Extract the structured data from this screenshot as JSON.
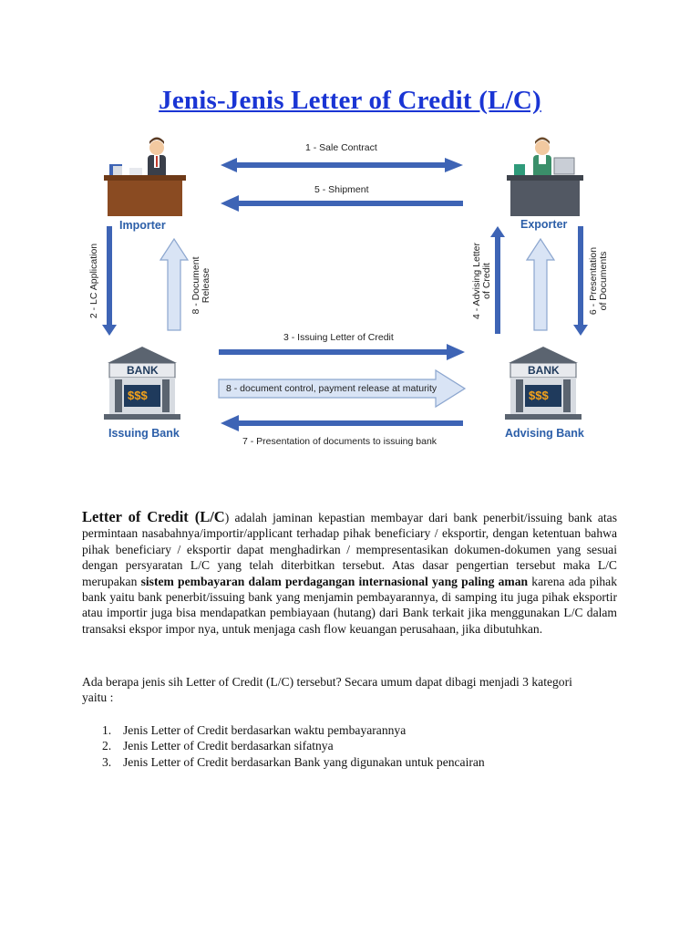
{
  "title": "Jenis-Jenis Letter of Credit (L/C)",
  "diagram": {
    "importer": "Importer",
    "exporter": "Exporter",
    "issuing_bank": "Issuing Bank",
    "advising_bank": "Advising Bank",
    "bank_word": "BANK",
    "dollar": "$$$",
    "step1": "1 - Sale Contract",
    "step5": "5 - Shipment",
    "step2": "2 - LC Application",
    "step8a_line1": "8 - Document",
    "step8a_line2": "Release",
    "step4_line1": "4 - Advising Letter",
    "step4_line2": "of Credit",
    "step6_line1": "6 - Presentation",
    "step6_line2": "of Documents",
    "step3": "3 - Issuing Letter of Credit",
    "step8b": "8 - document control, payment release at maturity",
    "step7": "7 - Presentation of documents to issuing bank",
    "colors": {
      "arrow": "#3e64b5",
      "arrow_light": "#d9e4f5",
      "arrow_light_border": "#8ca6cf",
      "label": "#2b5ea8"
    }
  },
  "para1": {
    "lead": "Letter of Credit (L/C",
    "t1": ") adalah jaminan kepastian membayar dari bank penerbit/issuing bank atas permintaan nasabahnya/importir/applicant terhadap pihak beneficiary / eksportir, dengan ketentuan bahwa pihak beneficiary / eksportir dapat menghadirkan / mempresentasikan dokumen-dokumen yang sesuai dengan persyaratan L/C yang telah diterbitkan tersebut.  Atas dasar pengertian tersebut maka L/C merupakan ",
    "bold": "sistem pembayaran dalam perdagangan internasional yang paling aman",
    "t2": " karena ada pihak bank yaitu bank penerbit/issuing bank yang menjamin pembayarannya, di samping itu juga pihak eksportir atau importir juga bisa mendapatkan pembiayaan (hutang) dari Bank terkait jika menggunakan L/C dalam transaksi ekspor impor nya, untuk menjaga cash flow keuangan perusahaan, jika dibutuhkan."
  },
  "para2": "Ada berapa jenis sih Letter of Credit (L/C) tersebut? Secara umum dapat dibagi menjadi 3 kategori yaitu :",
  "list": [
    {
      "num": "1.",
      "text": "Jenis Letter of Credit berdasarkan waktu pembayarannya"
    },
    {
      "num": "2.",
      "text": "Jenis Letter of Credit berdasarkan sifatnya"
    },
    {
      "num": "3.",
      "text": "Jenis Letter of Credit berdasarkan Bank yang digunakan untuk pencairan"
    }
  ]
}
